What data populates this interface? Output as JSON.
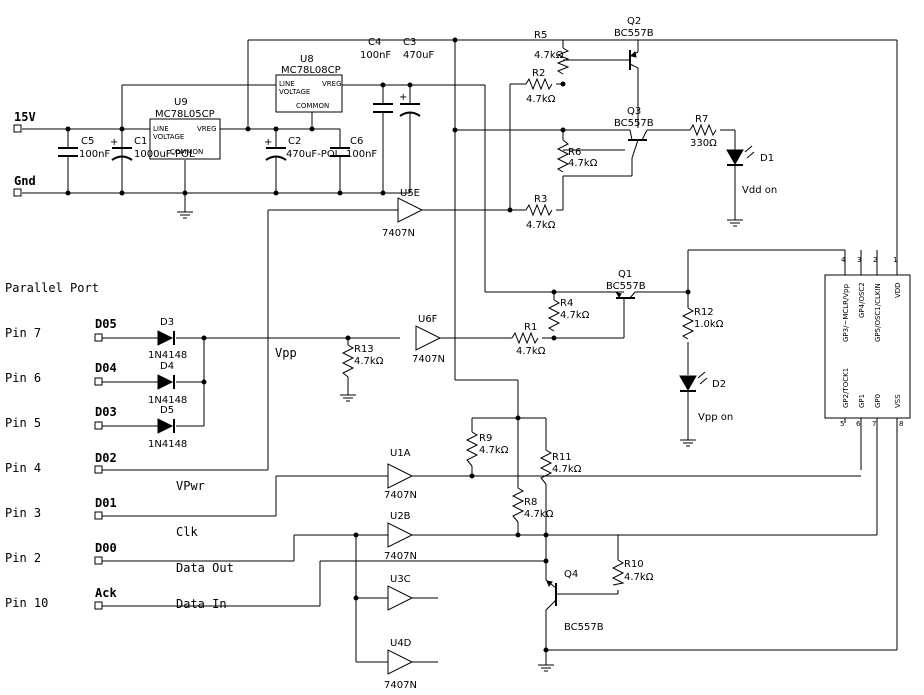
{
  "ports": {
    "title": "Parallel Port",
    "pins": [
      "Pin 7",
      "Pin 6",
      "Pin 5",
      "Pin 4",
      "Pin 3",
      "Pin 2",
      "Pin 10"
    ]
  },
  "nets": {
    "v15": "15V",
    "gnd": "Gnd",
    "d05": "D05",
    "d04": "D04",
    "d03": "D03",
    "d02": "D02",
    "d01": "D01",
    "d00": "D00",
    "ack": "Ack",
    "vpp": "Vpp",
    "vpwr": "VPwr",
    "clk": "Clk",
    "dout": "Data Out",
    "din": "Data In"
  },
  "components": {
    "U8": {
      "ref": "U8",
      "part": "MC78L08CP",
      "p1": "LINE",
      "p2": "VOLTAGE",
      "p3": "VREG",
      "p4": "COMMON"
    },
    "U9": {
      "ref": "U9",
      "part": "MC78L05CP",
      "p1": "LINE",
      "p2": "VOLTAGE",
      "p3": "VREG",
      "p4": "COMMON"
    },
    "C1": {
      "ref": "C1",
      "value": "1000uF-POL"
    },
    "C2": {
      "ref": "C2",
      "value": "470uF-POL"
    },
    "C3": {
      "ref": "C3",
      "value": "470uF"
    },
    "C4": {
      "ref": "C4",
      "value": "100nF"
    },
    "C5": {
      "ref": "C5",
      "value": "100nF"
    },
    "C6": {
      "ref": "C6",
      "value": "100nF"
    },
    "R1": {
      "ref": "R1",
      "value": "4.7kΩ"
    },
    "R2": {
      "ref": "R2",
      "value": "4.7kΩ"
    },
    "R3": {
      "ref": "R3",
      "value": "4.7kΩ"
    },
    "R4": {
      "ref": "R4",
      "value": "4.7kΩ"
    },
    "R5": {
      "ref": "R5",
      "value": "4.7kΩ"
    },
    "R6": {
      "ref": "R6",
      "value": "4.7kΩ"
    },
    "R7": {
      "ref": "R7",
      "value": "330Ω"
    },
    "R8": {
      "ref": "R8",
      "value": "4.7kΩ"
    },
    "R9": {
      "ref": "R9",
      "value": "4.7kΩ"
    },
    "R10": {
      "ref": "R10",
      "value": "4.7kΩ"
    },
    "R11": {
      "ref": "R11",
      "value": "4.7kΩ"
    },
    "R12": {
      "ref": "R12",
      "value": "1.0kΩ"
    },
    "R13": {
      "ref": "R13",
      "value": "4.7kΩ"
    },
    "Q1": {
      "ref": "Q1",
      "part": "BC557B"
    },
    "Q2": {
      "ref": "Q2",
      "part": "BC557B"
    },
    "Q3": {
      "ref": "Q3",
      "part": "BC557B"
    },
    "Q4": {
      "ref": "Q4",
      "part": "BC557B"
    },
    "D1": {
      "ref": "D1",
      "label": "Vdd on"
    },
    "D2": {
      "ref": "D2",
      "label": "Vpp on"
    },
    "D3": {
      "ref": "D3",
      "part": "1N4148"
    },
    "D4": {
      "ref": "D4",
      "part": "1N4148"
    },
    "D5": {
      "ref": "D5",
      "part": "1N4148"
    },
    "U1A": {
      "ref": "U1A",
      "part": "7407N"
    },
    "U2B": {
      "ref": "U2B",
      "part": "7407N"
    },
    "U3C": {
      "ref": "U3C",
      "part": "7407N"
    },
    "U4D": {
      "ref": "U4D",
      "part": "7407N"
    },
    "U5E": {
      "ref": "U5E",
      "part": "7407N"
    },
    "U6F": {
      "ref": "U6F",
      "part": "7407N"
    }
  },
  "pic": {
    "pins_top": [
      "4",
      "3",
      "2",
      "1"
    ],
    "pins_bottom": [
      "5",
      "6",
      "7",
      "8"
    ],
    "names_top": [
      "GP3/~MCLR/Vpp",
      "GP4/OSC2",
      "GP5/OSC1/CLKIN",
      "VDD"
    ],
    "names_bottom": [
      "GP2/TOCK1",
      "GP1",
      "GP0",
      "VSS"
    ]
  }
}
